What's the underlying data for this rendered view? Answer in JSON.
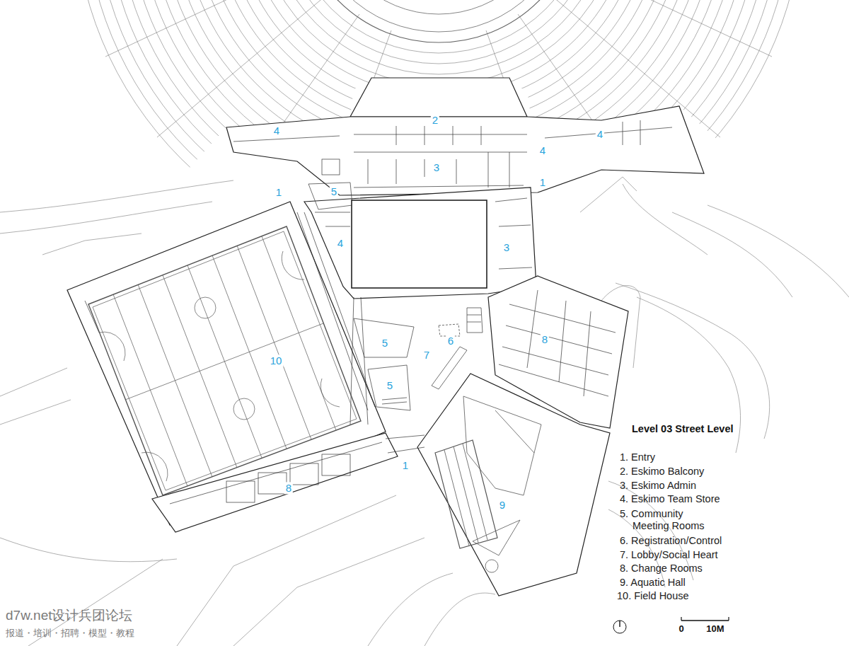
{
  "diagram": {
    "title": "Level 03 Street Level",
    "labels": [
      "4",
      "2",
      "4",
      "4",
      "3",
      "1",
      "5",
      "1",
      "4",
      "3",
      "6",
      "8",
      "5",
      "7",
      "10",
      "5",
      "1",
      "8",
      "9",
      "1. Entry",
      "2. Eskimo Balcony",
      "3. Eskimo Admin",
      "4. Eskimo Team Store",
      "5. Community Meeting Rooms",
      "6. Registration/Control",
      "7. Lobby/Social Heart",
      "8. Change Rooms",
      "9. Aquatic Hall",
      "10. Field House",
      "0",
      "10M",
      "d7w.net设计兵团论坛",
      "报道・培训・招聘・模型・教程"
    ]
  }
}
